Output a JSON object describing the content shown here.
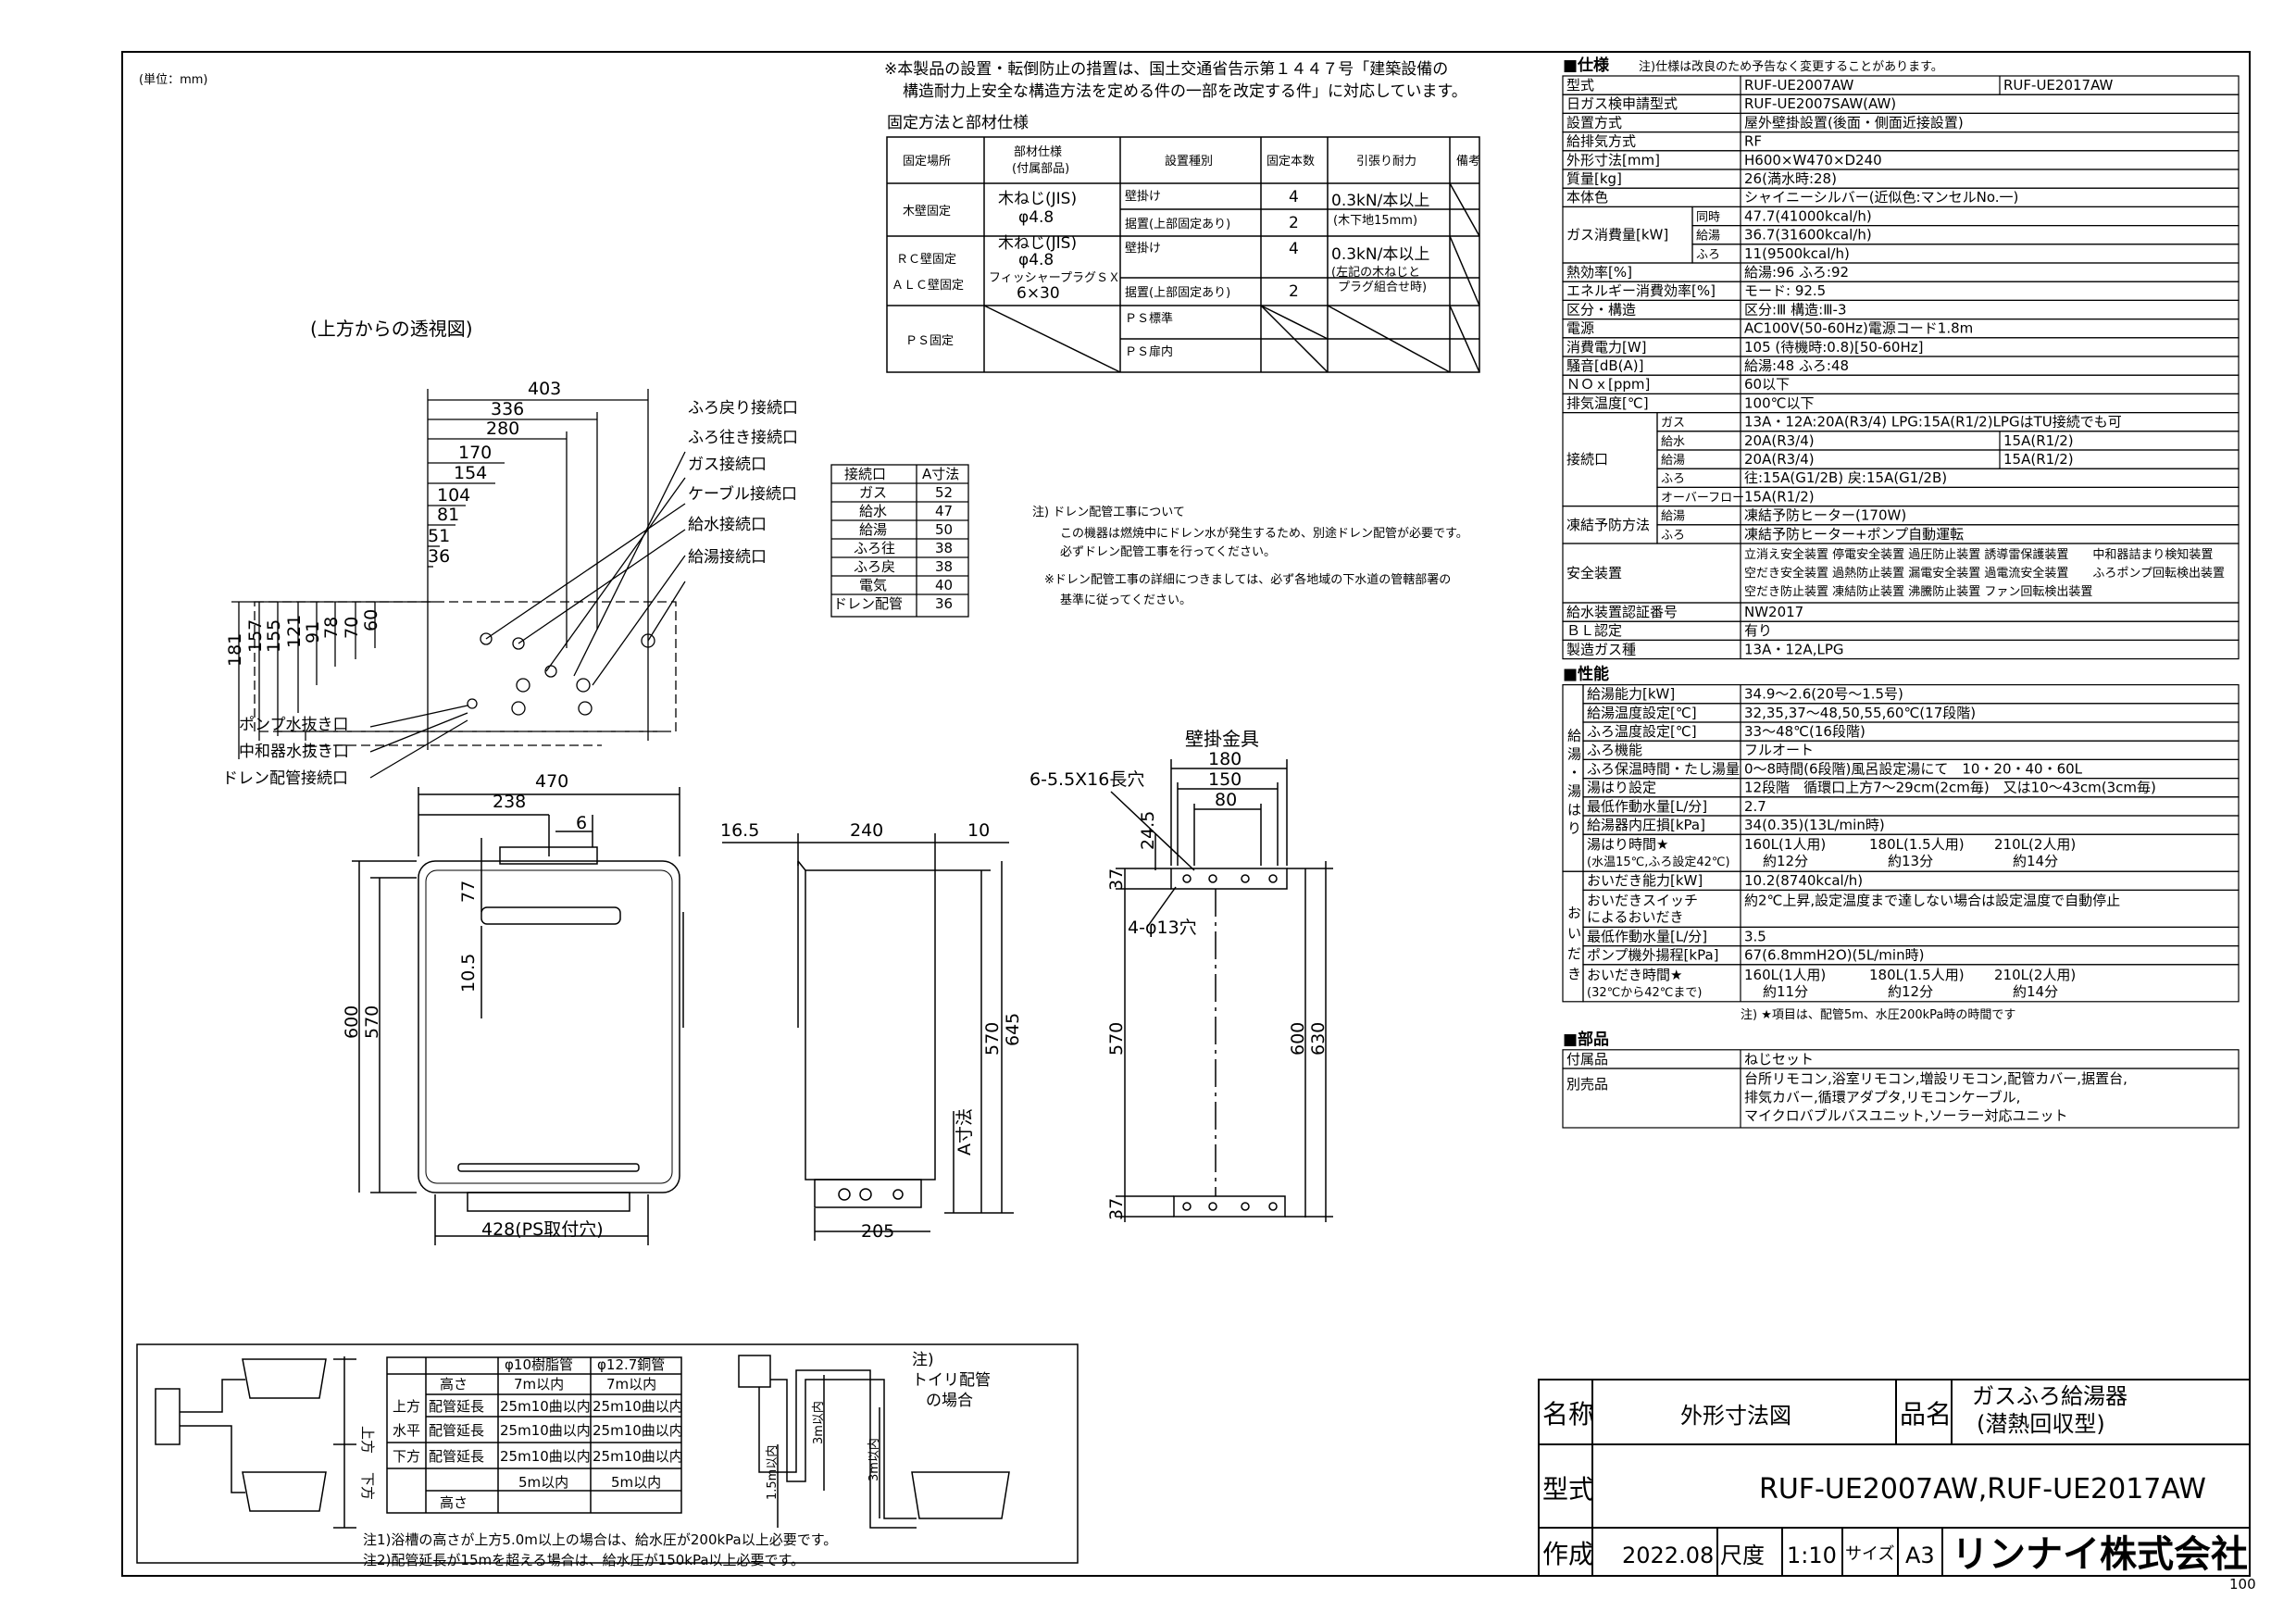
{
  "unit_note": "(単位：mm)",
  "notice": {
    "line1": "※本製品の設置・転倒防止の措置は、国土交通省告示第１４４７号「建築設備の",
    "line2": "構造耐力上安全な構造方法を定める件の一部を改定する件」に対応しています。"
  },
  "fixing": {
    "title": "固定方法と部材仕様",
    "headers": [
      "固定場所",
      "部材仕様\n(付属部品)",
      "設置種別",
      "固定本数",
      "引張り耐力",
      "備考"
    ],
    "wood_place": "木壁固定",
    "wood_part1": "木ねじ(JIS)",
    "wood_part2": "φ4.8",
    "wood_type1": "壁掛け",
    "wood_type2": "据置(上部固定あり)",
    "wood_n1": "4",
    "wood_n2": "2",
    "wood_str1": "0.3kN/本以上",
    "wood_str2": "(木下地15mm)",
    "rc_place1": "ＲＣ壁固定",
    "rc_place2": "ＡＬＣ壁固定",
    "rc_part1": "木ねじ(JIS)",
    "rc_part2": "φ4.8",
    "rc_part3": "フィッシャープラグＳＸ",
    "rc_part4": "6×30",
    "rc_type1": "壁掛け",
    "rc_type2": "据置(上部固定あり)",
    "rc_n1": "4",
    "rc_n2": "2",
    "rc_str1": "0.3kN/本以上",
    "rc_str2": "(左記の木ねじと",
    "rc_str3": "プラグ組合せ時)",
    "ps_place": "ＰＳ固定",
    "ps_type1": "ＰＳ標準",
    "ps_type2": "ＰＳ扉内"
  },
  "top_view_label": "(上方からの透視図)",
  "top_dims": [
    "403",
    "336",
    "280",
    "170",
    "154",
    "104",
    "81",
    "51",
    "36"
  ],
  "side_dims": [
    "181",
    "157",
    "155",
    "121",
    "91",
    "78",
    "70",
    "60"
  ],
  "connection_labels": [
    "ふろ戻り接続口",
    "ふろ往き接続口",
    "ガス接続口",
    "ケーブル接続口",
    "給水接続口",
    "給湯接続口"
  ],
  "bottom_labels": [
    "ポンプ水抜き口",
    "中和器水抜き口",
    "ドレン配管接続口"
  ],
  "a_table": {
    "headers": [
      "接続口",
      "A寸法"
    ],
    "rows": [
      [
        "ガス",
        "52"
      ],
      [
        "給水",
        "47"
      ],
      [
        "給湯",
        "50"
      ],
      [
        "ふろ往",
        "38"
      ],
      [
        "ふろ戻",
        "38"
      ],
      [
        "電気",
        "40"
      ],
      [
        "ドレン配管",
        "36"
      ]
    ]
  },
  "drain_note": {
    "l1": "注) ドレン配管工事について",
    "l2": "この機器は燃焼中にドレン水が発生するため、別途ドレン配管が必要です。",
    "l3": "必ずドレン配管工事を行ってください。",
    "l4": "※ドレン配管工事の詳細につきましては、必ず各地域の下水道の管轄部署の",
    "l5": "基準に従ってください。"
  },
  "front_dims": {
    "w470": "470",
    "w238": "238",
    "w6": "6",
    "d77": "77",
    "d10_5": "10.5",
    "h600": "600",
    "h570": "570",
    "w428": "428(PS取付穴)"
  },
  "side_view_dims": {
    "d16_5": "16.5",
    "d240": "240",
    "d10": "10",
    "h570": "570",
    "h645": "645",
    "a": "A寸法",
    "d205": "205"
  },
  "bracket": {
    "title": "壁掛金具",
    "slot": "6-5.5X16長穴",
    "hole": "4-φ13穴",
    "w180": "180",
    "w150": "150",
    "w80": "80",
    "d24_5": "24.5",
    "d37a": "37",
    "d570": "570",
    "d37b": "37",
    "h600": "600",
    "h630": "630"
  },
  "bath": {
    "headers": [
      "",
      "",
      "φ10樹脂管",
      "φ12.7銅管"
    ],
    "rows": [
      [
        "上方",
        "高さ",
        "7m以内",
        "7m以内"
      ],
      [
        "",
        "配管延長",
        "25m10曲以内",
        "25m10曲以内"
      ],
      [
        "水平",
        "配管延長",
        "25m10曲以内",
        "25m10曲以内"
      ],
      [
        "下方",
        "配管延長",
        "25m10曲以内",
        "25m10曲以内"
      ],
      [
        "",
        "高さ",
        "5m以内",
        "5m以内"
      ]
    ],
    "side_up": "上方",
    "side_down": "下方",
    "note1": "注)",
    "note2": "トイリ配管",
    "note3": "の場合",
    "dim_3m_a": "3m以内",
    "dim_3m_b": "3m以内",
    "dim_1_5m": "1.5m以内",
    "foot1": "注1)浴槽の高さが上方5.0m以上の場合は、給水圧が200kPa以上必要です。",
    "foot2": "注2)配管延長が15mを超える場合は、給水圧が150kPa以上必要です。"
  },
  "spec": {
    "title": "■仕様",
    "note": "注)仕様は改良のため予告なく変更することがあります。",
    "rows": [
      [
        "型式",
        "RUF-UE2007AW",
        "RUF-UE2017AW"
      ],
      [
        "日ガス検申請型式",
        "RUF-UE2007SAW(AW)",
        ""
      ],
      [
        "設置方式",
        "屋外壁掛設置(後面・側面近接設置)",
        ""
      ],
      [
        "給排気方式",
        "RF",
        ""
      ],
      [
        "外形寸法[mm]",
        "H600×W470×D240",
        ""
      ],
      [
        "質量[kg]",
        "26(満水時:28)",
        ""
      ],
      [
        "本体色",
        "シャイニーシルバー(近似色:マンセルNo.一)",
        ""
      ]
    ],
    "gas_label": "ガス消費量[kW]",
    "gas_rows": [
      [
        "同時",
        "47.7(41000kcal/h)"
      ],
      [
        "給湯",
        "36.7(31600kcal/h)"
      ],
      [
        "ふろ",
        "11(9500kcal/h)"
      ]
    ],
    "rows2": [
      [
        "熱効率[%]",
        "給湯:96 ふろ:92"
      ],
      [
        "エネルギー消費効率[%]",
        "モード: 92.5"
      ],
      [
        "区分・構造",
        "区分:Ⅲ 構造:Ⅲ-3"
      ],
      [
        "電源",
        "AC100V(50-60Hz)電源コード1.8m"
      ],
      [
        "消費電力[W]",
        "105 (待機時:0.8)[50-60Hz]"
      ],
      [
        "騒音[dB(A)]",
        "給湯:48 ふろ:48"
      ],
      [
        "ＮＯｘ[ppm]",
        "60以下"
      ],
      [
        "排気温度[℃]",
        "100℃以下"
      ]
    ],
    "conn_label": "接続口",
    "conn_rows": [
      [
        "ガス",
        "13A・12A:20A(R3/4) LPG:15A(R1/2)LPGはTU接続でも可",
        ""
      ],
      [
        "給水",
        "20A(R3/4)",
        "15A(R1/2)"
      ],
      [
        "給湯",
        "20A(R3/4)",
        "15A(R1/2)"
      ],
      [
        "ふろ",
        "往:15A(G1/2B) 戻:15A(G1/2B)",
        ""
      ],
      [
        "オーバーフロー",
        "15A(R1/2)",
        ""
      ]
    ],
    "freeze_label": "凍結予防方法",
    "freeze_rows": [
      [
        "給湯",
        "凍結予防ヒーター(170W)"
      ],
      [
        "ふろ",
        "凍結予防ヒーター+ポンプ自動運転"
      ]
    ],
    "safety_label": "安全装置",
    "safety_lines": [
      "立消え安全装置 停電安全装置 過圧防止装置 誘導雷保護装置　　中和器詰まり検知装置",
      "空だき安全装置 過熱防止装置 漏電安全装置 過電流安全装置　　ふろポンプ回転検出装置",
      "空だき防止装置 凍結防止装置 沸騰防止装置 ファン回転検出装置"
    ],
    "rows3": [
      [
        "給水装置認証番号",
        "NW2017"
      ],
      [
        "ＢＬ認定",
        "有り"
      ],
      [
        "製造ガス種",
        "13A・12A,LPG"
      ]
    ]
  },
  "perf": {
    "title": "■性能",
    "kyuto_label": "給湯・湯はり",
    "kyuto_rows": [
      [
        "給湯能力[kW]",
        "34.9〜2.6(20号〜1.5号)"
      ],
      [
        "給湯温度設定[℃]",
        "32,35,37〜48,50,55,60℃(17段階)"
      ],
      [
        "ふろ温度設定[℃]",
        "33〜48℃(16段階)"
      ],
      [
        "ふろ機能",
        "フルオート"
      ],
      [
        "ふろ保温時間・たし湯量",
        "0〜8時間(6段階)風呂設定湯にて　10・20・40・60L"
      ],
      [
        "湯はり設定",
        "12段階　循環口上方7〜29cm(2cm毎)　又は10〜43cm(3cm毎)"
      ],
      [
        "最低作動水量[L/分]",
        "2.7"
      ],
      [
        "給湯器内圧損[kPa]",
        "34(0.35)(13L/min時)"
      ]
    ],
    "yuhari_time_l1": "湯はり時間★",
    "yuhari_time_l2": "(水温15℃,ふろ設定42℃)",
    "yuhari_vals": [
      "160L(1人用)",
      "180L(1.5人用)",
      "210L(2人用)"
    ],
    "yuhari_mins": [
      "約12分",
      "約13分",
      "約14分"
    ],
    "oidaki_label": "おいだき",
    "oidaki_rows": [
      [
        "おいだき能力[kW]",
        "10.2(8740kcal/h)"
      ]
    ],
    "switch_l1": "おいだきスイッチ",
    "switch_l2": "によるおいだき",
    "switch_val": "約2℃上昇,設定温度まで達しない場合は設定温度で自動停止",
    "oidaki_rows2": [
      [
        "最低作動水量[L/分]",
        "3.5"
      ],
      [
        "ポンプ機外揚程[kPa]",
        "67(6.8mmH2O)(5L/min時)"
      ]
    ],
    "oidaki_time_l1": "おいだき時間★",
    "oidaki_time_l2": "(32℃から42℃まで)",
    "oidaki_vals": [
      "160L(1人用)",
      "180L(1.5人用)",
      "210L(2人用)"
    ],
    "oidaki_mins": [
      "約11分",
      "約12分",
      "約14分"
    ],
    "note": "注) ★項目は、配管5m、水圧200kPa時の時間です"
  },
  "parts": {
    "title": "■部品",
    "acc_label": "付属品",
    "acc_val": "ねじセット",
    "sep_label": "別売品",
    "sep_lines": [
      "台所リモコン,浴室リモコン,増設リモコン,配管カバー,据置台,",
      "排気カバー,循環アダプタ,リモコンケーブル,",
      "マイクロバブルバスユニット,ソーラー対応ユニット"
    ]
  },
  "title_block": {
    "name_label": "名称",
    "name_val": "外形寸法図",
    "product_label": "品名",
    "product_l1": "ガスふろ給湯器",
    "product_l2": "(潜熱回収型)",
    "model_label": "型式",
    "model_val": "RUF-UE2007AW,RUF-UE2017AW",
    "made_label": "作成",
    "date": "2022.08",
    "scale_label": "尺度",
    "scale": "1:10",
    "size_label": "サイズ",
    "size": "A3",
    "company": "リンナイ株式会社"
  },
  "page_num": "100"
}
